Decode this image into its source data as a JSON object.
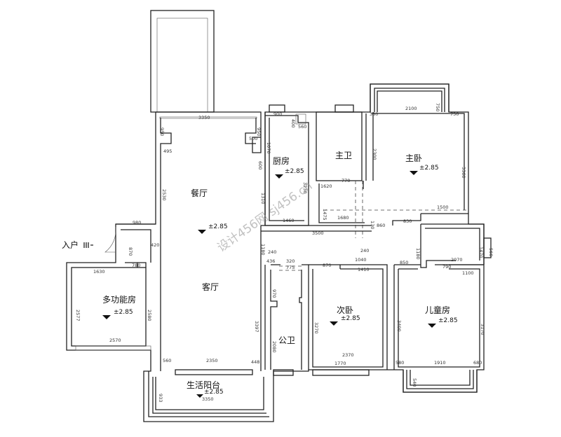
{
  "rooms": {
    "dining": "餐厅",
    "kitchen": "厨房",
    "master_bath": "主卫",
    "master_bedroom": "主卧",
    "living": "客厅",
    "multi": "多功能房",
    "public_bath": "公卫",
    "second_bedroom": "次卧",
    "kids": "儿童房",
    "balcony": "生活阳台"
  },
  "level": "±2.85",
  "entrance": "入户",
  "watermark": "设计456网 sj456.cn",
  "dims": [
    "3350",
    "950",
    "950",
    "500",
    "495",
    "2530",
    "900",
    "400",
    "560",
    "1070",
    "600",
    "1310",
    "1460",
    "3230",
    "770",
    "1620",
    "1475",
    "1680",
    "130",
    "2300",
    "380",
    "2100",
    "750",
    "750",
    "3360",
    "1500",
    "860",
    "830",
    "3500",
    "1180",
    "240",
    "240",
    "980",
    "870",
    "420",
    "1180",
    "1470",
    "560",
    "780",
    "1630",
    "2577",
    "2580",
    "2570",
    "436",
    "320",
    "775",
    "870",
    "1040",
    "1410",
    "850",
    "2070",
    "790",
    "1100",
    "970",
    "3270",
    "3400",
    "3170",
    "2080",
    "2370",
    "1770",
    "3397",
    "560",
    "2350",
    "448",
    "580",
    "1910",
    "680",
    "540",
    "933",
    "3350"
  ]
}
